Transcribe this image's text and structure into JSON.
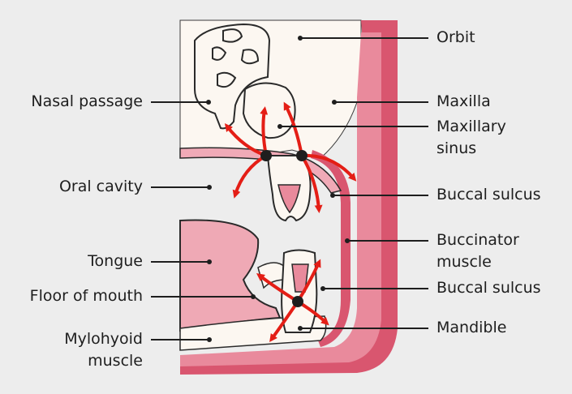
{
  "colors": {
    "background": "#ededed",
    "bone": "#fcf7f1",
    "soft_tissue_dark": "#d9566f",
    "soft_tissue_mid": "#e98a9c",
    "soft_tissue_light": "#f0aab7",
    "tongue": "#efa9b5",
    "arrow": "#e41e16",
    "leader_line": "#1e1e1e"
  },
  "labels_left": {
    "nasal_passage": "Nasal passage",
    "oral_cavity": "Oral cavity",
    "tongue": "Tongue",
    "floor_of_mouth": "Floor of mouth",
    "mylohyoid_line1": "Mylohyoid",
    "mylohyoid_line2": "muscle"
  },
  "labels_right": {
    "orbit": "Orbit",
    "maxilla": "Maxilla",
    "maxillary_sinus_line1": "Maxillary",
    "maxillary_sinus_line2": "sinus",
    "buccal_sulcus_upper": "Buccal sulcus",
    "buccinator_line1": "Buccinator",
    "buccinator_line2": "muscle",
    "buccal_sulcus_lower": "Buccal sulcus",
    "mandible": "Mandible"
  }
}
